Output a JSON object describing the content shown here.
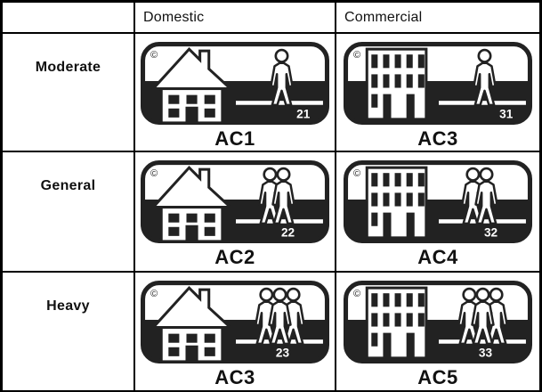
{
  "page": {
    "background": "#ffffff"
  },
  "colors": {
    "grid_line": "#000000",
    "badge_dark": "#222222",
    "badge_light": "#ffffff",
    "text": "#111111"
  },
  "table": {
    "columns": [
      "",
      "Domestic",
      "Commercial"
    ],
    "rows": [
      {
        "label": "Moderate",
        "cells": [
          {
            "icon": "house-icon",
            "persons": 1,
            "wear_number": "21",
            "rating": "AC1",
            "copyright_mark": "©"
          },
          {
            "icon": "building-icon",
            "persons": 1,
            "wear_number": "31",
            "rating": "AC3",
            "copyright_mark": "©"
          }
        ]
      },
      {
        "label": "General",
        "cells": [
          {
            "icon": "house-icon",
            "persons": 2,
            "wear_number": "22",
            "rating": "AC2",
            "copyright_mark": "©"
          },
          {
            "icon": "building-icon",
            "persons": 2,
            "wear_number": "32",
            "rating": "AC4",
            "copyright_mark": "©"
          }
        ]
      },
      {
        "label": "Heavy",
        "cells": [
          {
            "icon": "house-icon",
            "persons": 3,
            "wear_number": "23",
            "rating": "AC3",
            "copyright_mark": "©"
          },
          {
            "icon": "building-icon",
            "persons": 3,
            "wear_number": "33",
            "rating": "AC5",
            "copyright_mark": "©"
          }
        ]
      }
    ]
  }
}
